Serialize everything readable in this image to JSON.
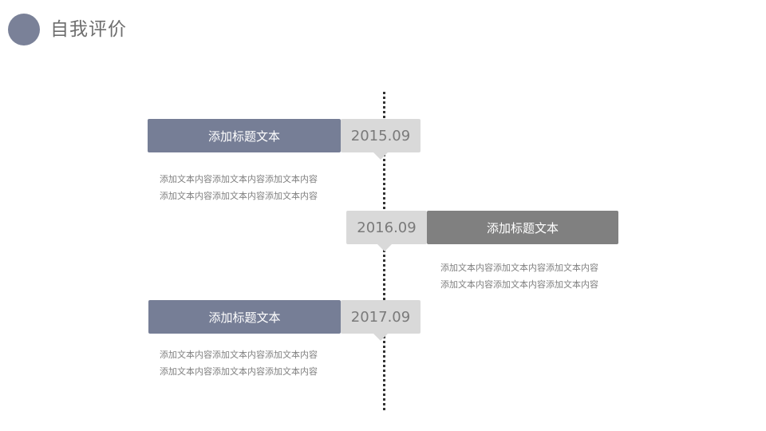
{
  "header": {
    "title": "自我评价",
    "accent_color": "#7a8198"
  },
  "timeline": {
    "items": [
      {
        "title": "添加标题文本",
        "date": "2015.09",
        "side": "left",
        "title_color": "#767e96",
        "desc_lines": [
          "添加文本内容添加文本内容添加文本内容",
          "添加文本内容添加文本内容添加文本内容"
        ]
      },
      {
        "title": "添加标题文本",
        "date": "2016.09",
        "side": "right",
        "title_color": "#808080",
        "desc_lines": [
          "添加文本内容添加文本内容添加文本内容",
          "添加文本内容添加文本内容添加文本内容"
        ]
      },
      {
        "title": "添加标题文本",
        "date": "2017.09",
        "side": "left",
        "title_color": "#767e96",
        "desc_lines": [
          "添加文本内容添加文本内容添加文本内容",
          "添加文本内容添加文本内容添加文本内容"
        ]
      }
    ]
  }
}
